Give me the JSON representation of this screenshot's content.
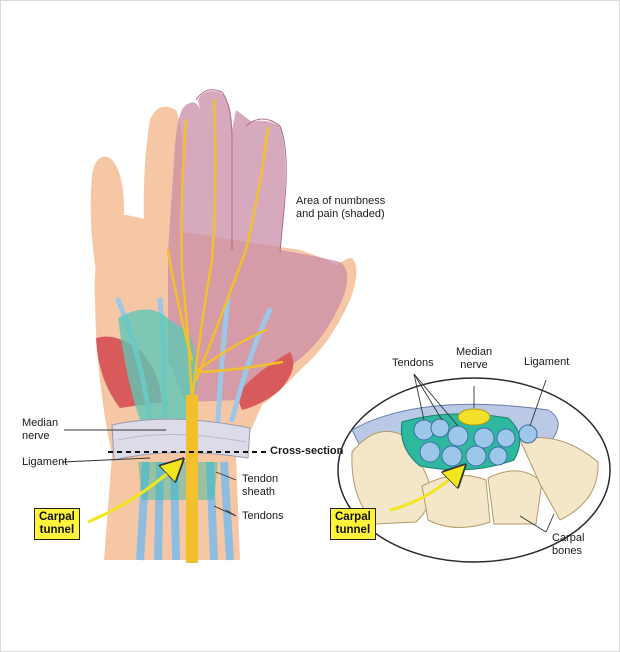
{
  "labels": {
    "numbness_area": "Area of numbness\nand pain (shaded)",
    "median_nerve_left": "Median\nnerve",
    "ligament_left": "Ligament",
    "cross_section": "Cross-section",
    "tendon_sheath": "Tendon\nsheath",
    "tendons_left": "Tendons",
    "carpal_tunnel_left": "Carpal\ntunnel",
    "tendons_right": "Tendons",
    "median_nerve_right": "Median\nnerve",
    "ligament_right": "Ligament",
    "carpal_tunnel_right": "Carpal\ntunnel",
    "carpal_bones": "Carpal\nbones"
  },
  "colors": {
    "skin": "#f6c7a5",
    "numb_shade": "#c98ca8",
    "nerve": "#f2c02c",
    "tendon": "#9cc7e8",
    "sheath": "#2eb8a0",
    "muscle": "#d85a5a",
    "ligament": "#dcdce8",
    "bone": "#f4e6c8",
    "callout": "#fff23a"
  }
}
